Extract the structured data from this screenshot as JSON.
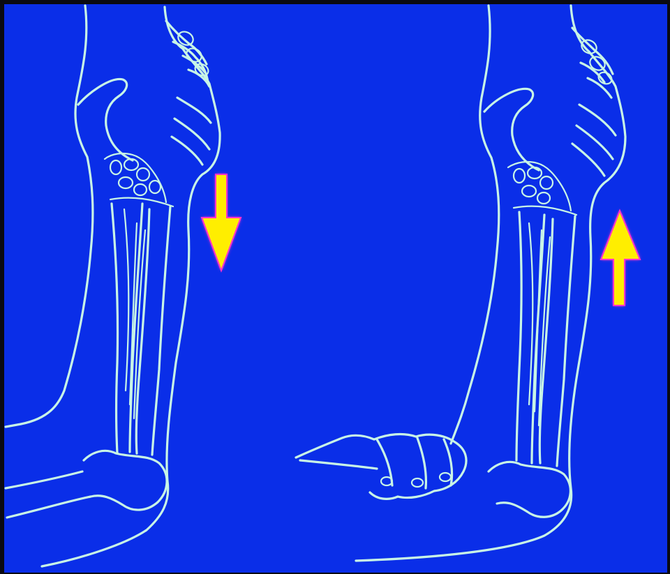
{
  "colors": {
    "frame": "#0a0a12",
    "background": "#0a2ee8",
    "outline": "#c8f5e6",
    "arrow_fill": "#ffee00",
    "arrow_edge": "#ff33cc"
  },
  "figures": [
    {
      "name": "left-forearm",
      "arrow": {
        "direction": "down"
      }
    },
    {
      "name": "right-forearm",
      "arrow": {
        "direction": "up"
      }
    }
  ]
}
